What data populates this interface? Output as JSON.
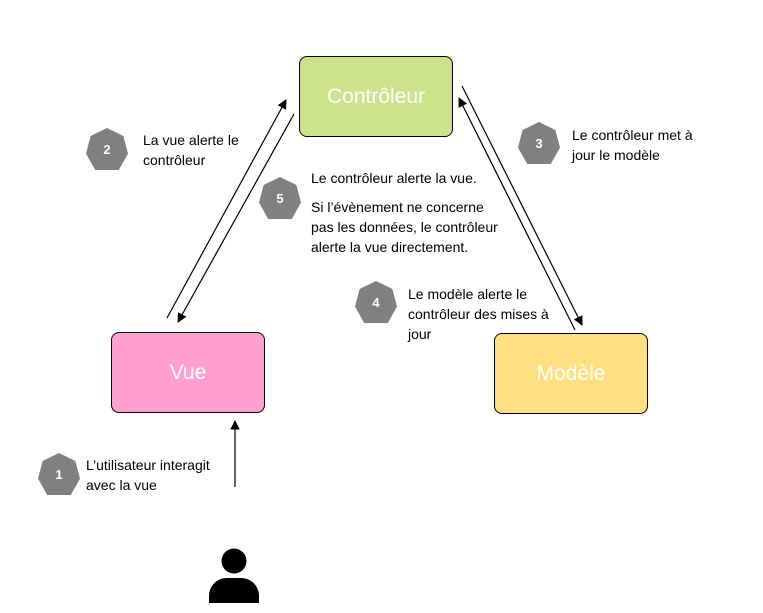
{
  "colors": {
    "controleur": "#cce28b",
    "vue": "#ffa0d0",
    "modele": "#ffe080",
    "badge": "#808080",
    "line": "#000000"
  },
  "boxes": {
    "controleur": "Contrôleur",
    "vue": "Vue",
    "modele": "Modèle"
  },
  "steps": [
    {
      "number": "1",
      "lines": [
        "L’utilisateur interagit",
        "avec la vue"
      ]
    },
    {
      "number": "2",
      "lines": [
        "La vue alerte le",
        "contrôleur"
      ]
    },
    {
      "number": "3",
      "lines": [
        "Le contrôleur met à",
        "jour le modèle"
      ]
    },
    {
      "number": "4",
      "lines": [
        "Le modèle alerte le",
        "contrôleur des mises à",
        "jour"
      ]
    },
    {
      "number": "5",
      "title": "Le contrôleur alerte la vue.",
      "lines": [
        "Si l’évènement ne concerne",
        "pas les données, le contrôleur",
        "alerte la vue directement."
      ]
    }
  ],
  "icons": {
    "user": "user-icon"
  }
}
